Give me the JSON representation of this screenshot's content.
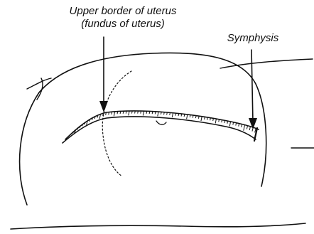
{
  "labels": {
    "fundus_line1": "Upper border of uterus",
    "fundus_line2": "(fundus of uterus)",
    "symphysis": "Symphysis"
  },
  "colors": {
    "ink": "#111111",
    "background": "#ffffff"
  }
}
